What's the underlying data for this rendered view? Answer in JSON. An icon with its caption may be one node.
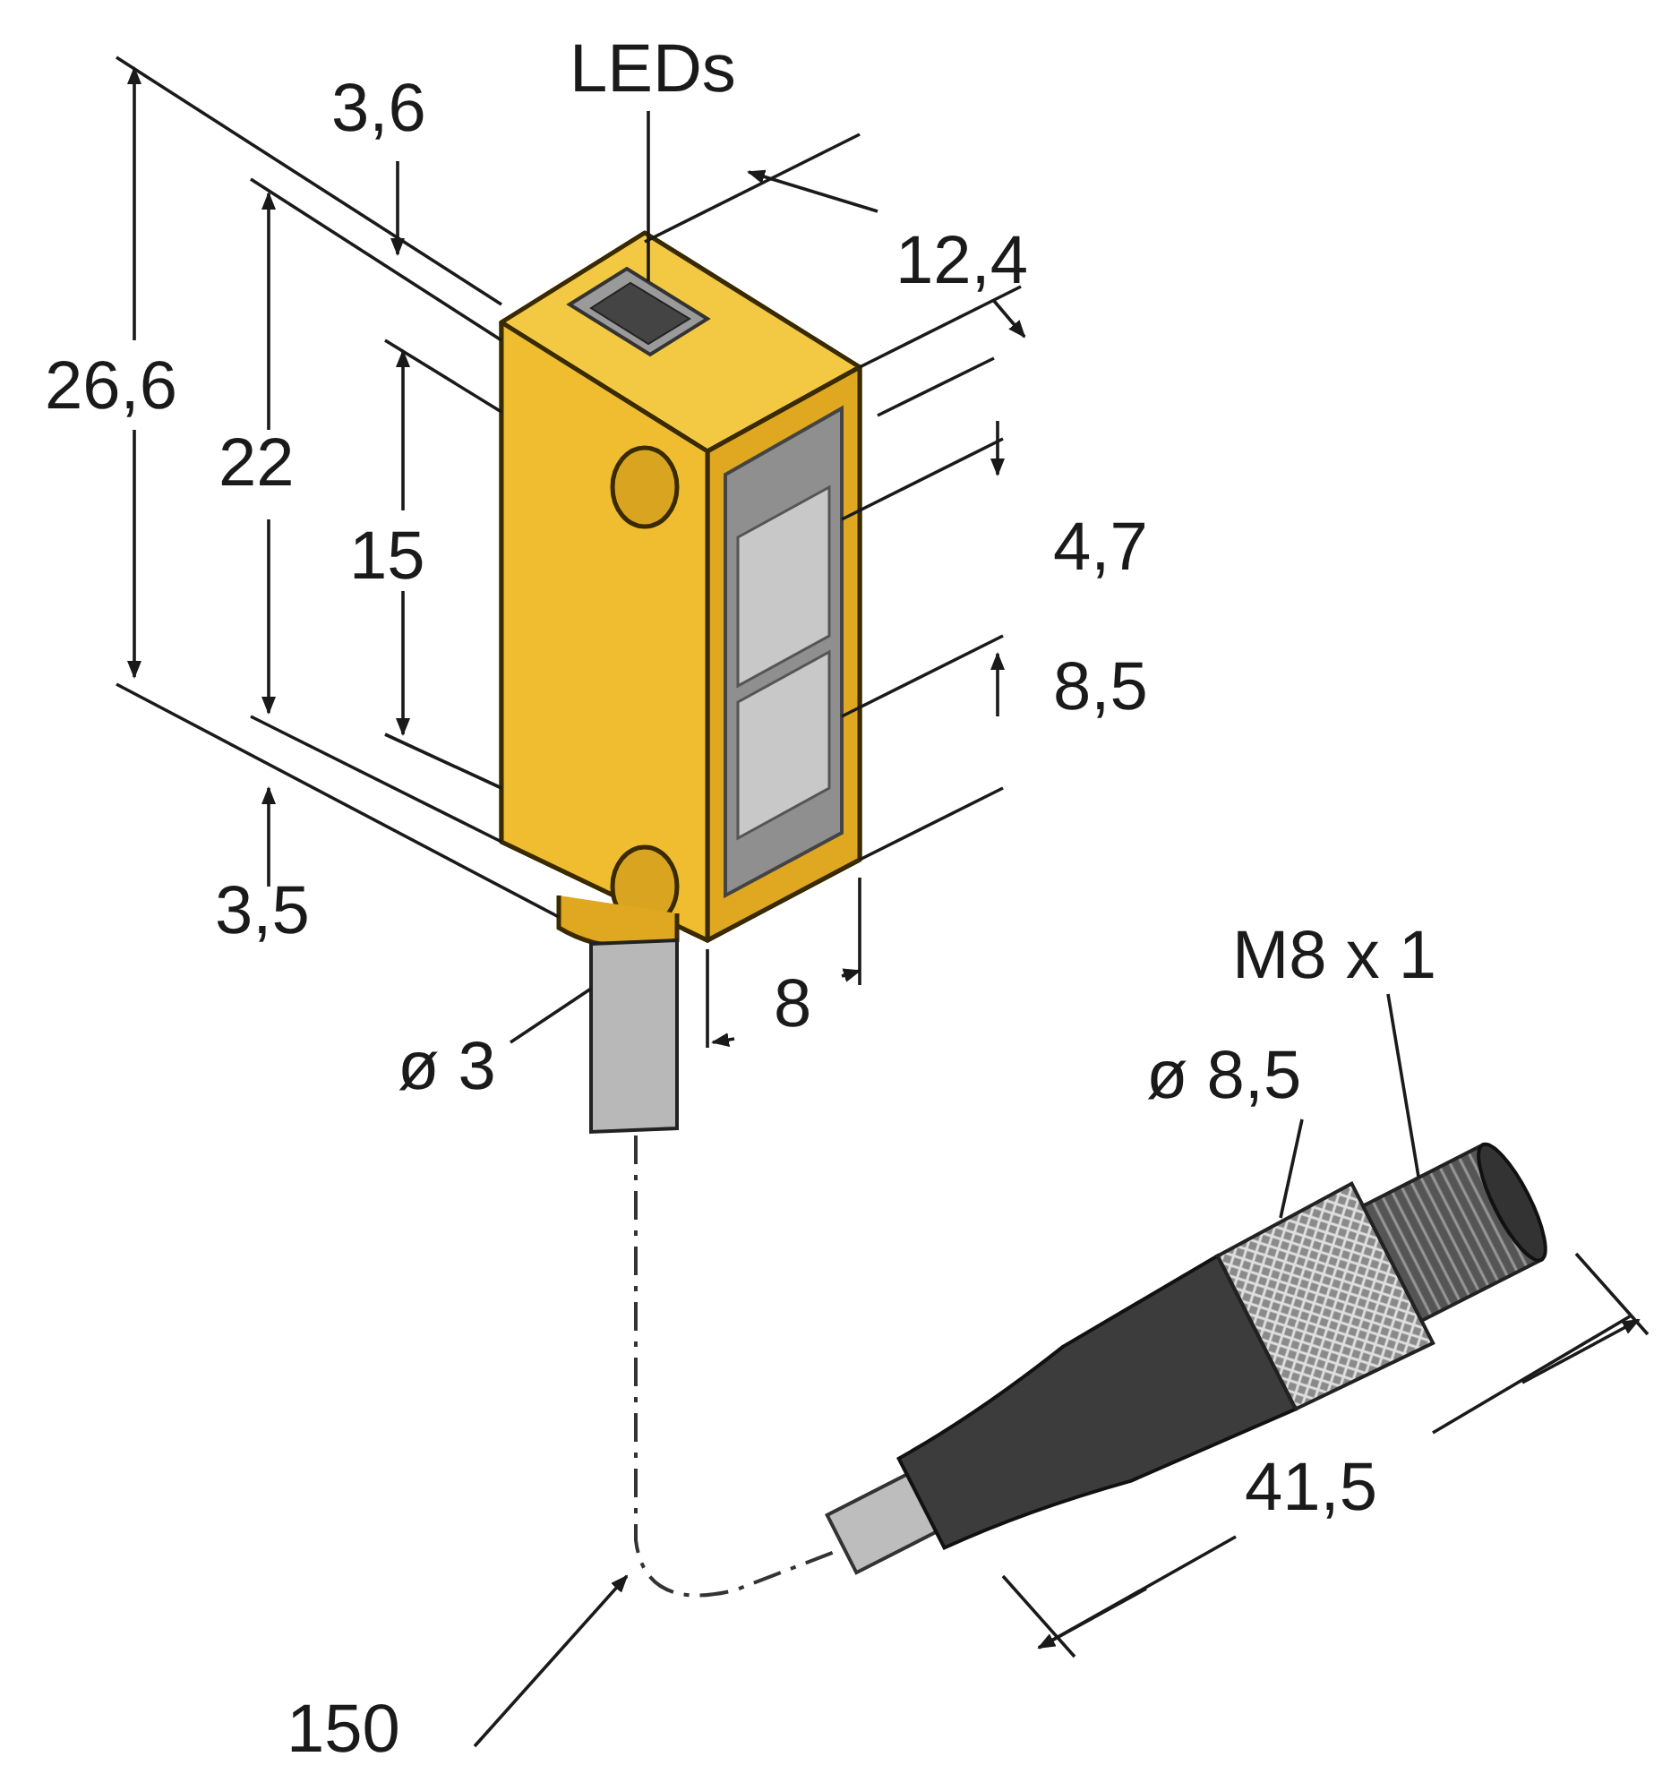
{
  "diagram": {
    "nodes": [
      {
        "text": [
          "LEDs"
        ]
      },
      {
        "text": [
          "ø 3"
        ]
      },
      {
        "text": [
          "M8 x 1"
        ]
      },
      {
        "text": [
          "ø 8,5"
        ]
      },
      {
        "text": [],
        "shape": "box"
      },
      {
        "text": [],
        "shape": "cylinder"
      },
      {
        "text": [],
        "shape": "cylinder"
      },
      {
        "text": [],
        "shape": "cylinder"
      }
    ],
    "edges": [
      {
        "from": 0,
        "to": 4,
        "arrow": "none"
      },
      {
        "from": 1,
        "to": 5,
        "arrow": "none"
      },
      {
        "from": 2,
        "to": 7,
        "arrow": "none"
      },
      {
        "from": 3,
        "to": 6,
        "arrow": "none"
      }
    ],
    "labels": [
      "3,6",
      "12,4",
      "26,6",
      "22",
      "15",
      "4,7",
      "8,5",
      "3,5",
      "8",
      "41,5",
      "150"
    ]
  }
}
